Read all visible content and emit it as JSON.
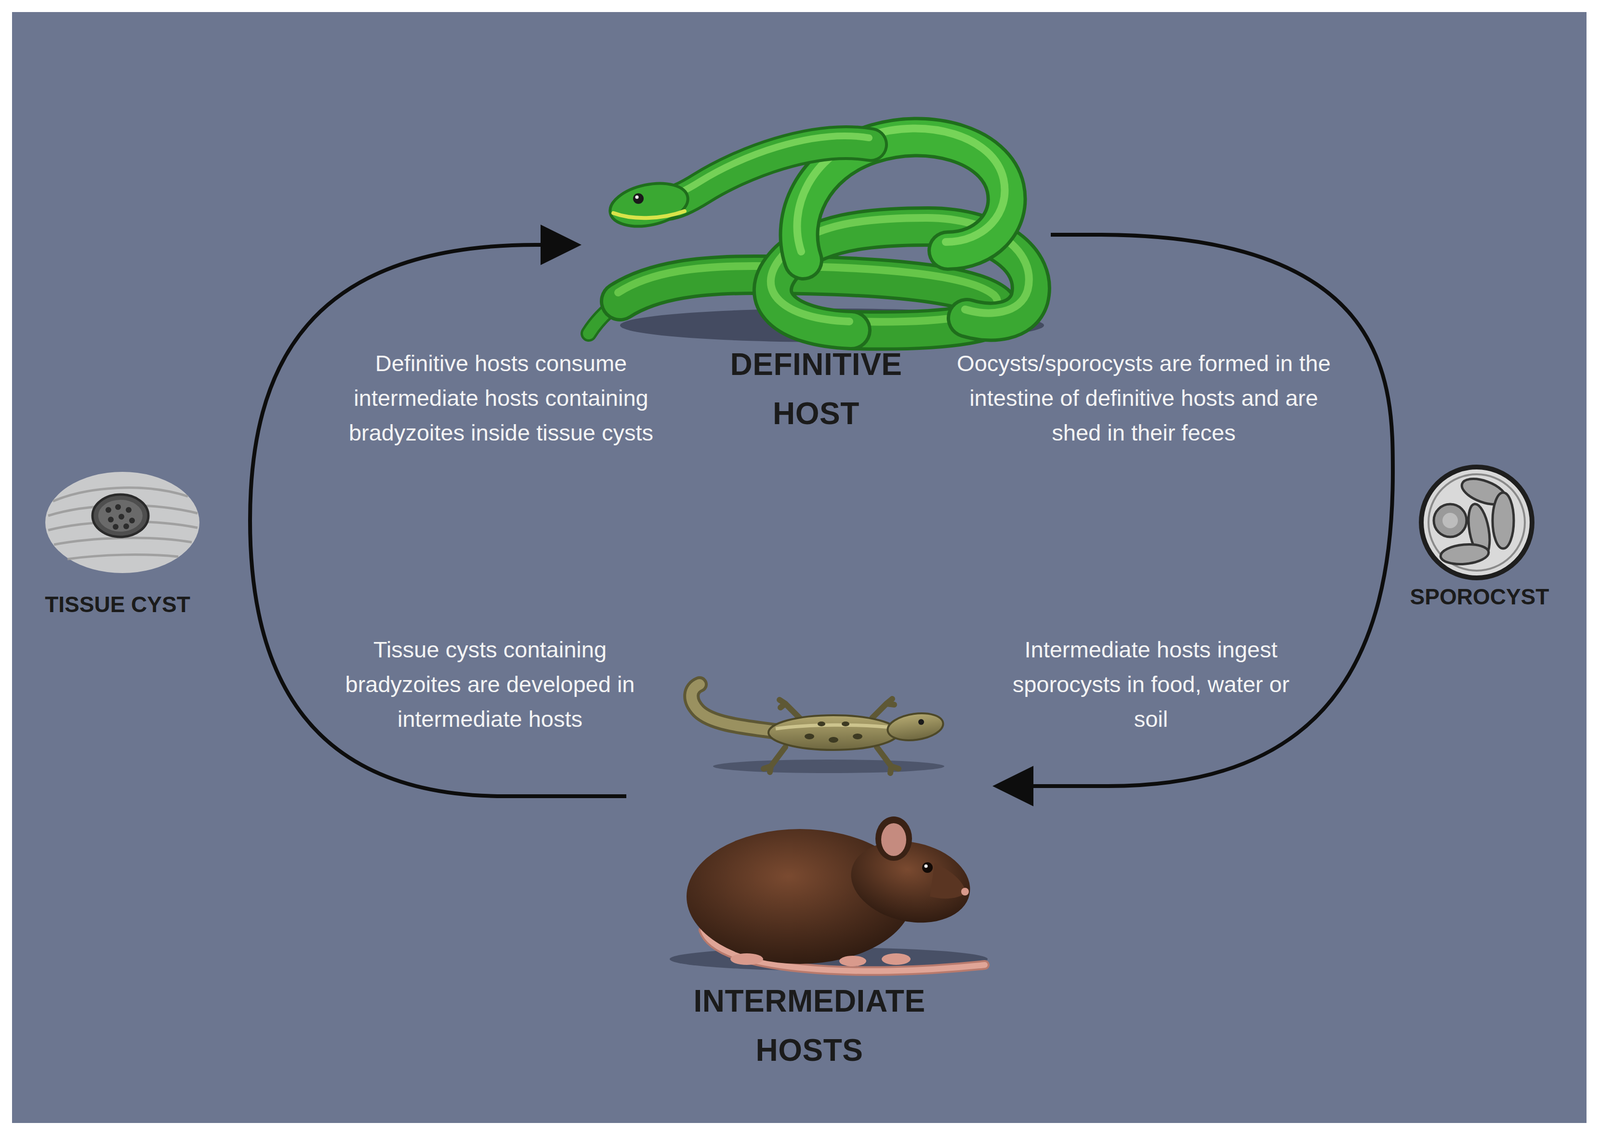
{
  "diagram": {
    "nodes": [
      {
        "text": [
          "DEFINITIVE HOST"
        ]
      },
      {
        "text": [
          "INTERMEDIATE HOSTS"
        ]
      }
    ],
    "edges": [
      {
        "from": 0,
        "to": 1,
        "arrow": "to"
      },
      {
        "from": 1,
        "to": 0,
        "arrow": "to"
      }
    ],
    "labels": [
      "Definitive hosts consume intermediate hosts containing bradyzoites inside tissue cysts",
      "Oocysts/sporocysts are formed in the intestine of definitive hosts and are shed in their feces",
      "Tissue cysts containing bradyzoites are developed in intermediate hosts",
      "Intermediate hosts ingest sporocysts in food, water or soil",
      "TISSUE CYST",
      "SPOROCYST"
    ]
  }
}
